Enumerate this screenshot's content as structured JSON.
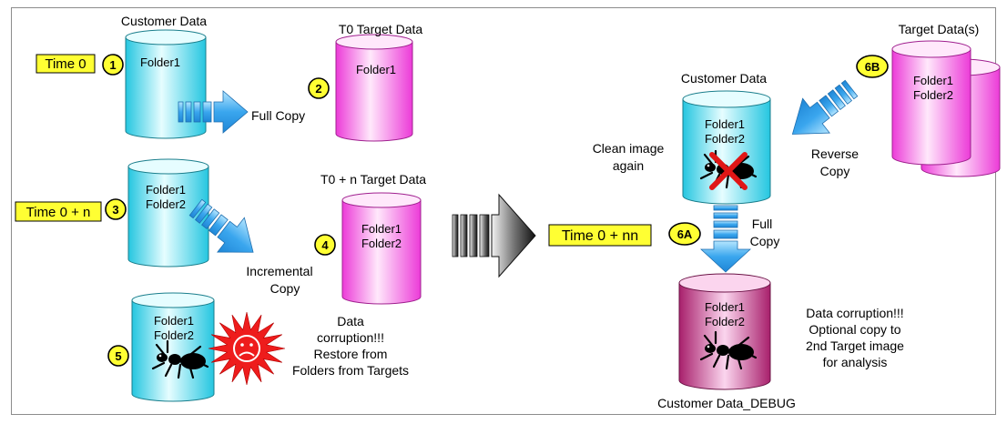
{
  "colors": {
    "cyan_dark": "#25c6e0",
    "cyan_light": "#e6fdff",
    "pink_dark": "#ec3bd8",
    "pink_light": "#ffe8fb",
    "debug_dark": "#a8206c",
    "debug_light": "#fbd5ee",
    "yellow": "#ffff33",
    "arrow_blue": "#3aa6ee",
    "starburst": "#ee1c1c"
  },
  "labels": {
    "customer_data_1": "Customer Data",
    "t0_target": "T0 Target Data",
    "t0n_target": "T0 + n Target Data",
    "target_data_s": "Target Data(s)",
    "customer_data_2": "Customer Data",
    "customer_data_debug": "Customer Data_DEBUG",
    "full_copy": "Full Copy",
    "incremental_1": "Incremental",
    "incremental_2": "Copy",
    "corruption_1": "Data",
    "corruption_2": "corruption!!!",
    "corruption_3": "Restore from",
    "corruption_4": "Folders from Targets",
    "clean_1": "Clean image",
    "clean_2": "again",
    "reverse_1": "Reverse",
    "reverse_2": "Copy",
    "fullcopy2_1": "Full",
    "fullcopy2_2": "Copy",
    "debug_1": "Data corruption!!!",
    "debug_2": "Optional copy to",
    "debug_3": "2nd Target image",
    "debug_4": "for analysis"
  },
  "folders": {
    "folder1": "Folder1",
    "folder2": "Folder2"
  },
  "times": {
    "t0": "Time 0",
    "t0n": "Time 0 + n",
    "t0nn": "Time 0 + nn"
  },
  "steps": {
    "s1": "1",
    "s2": "2",
    "s3": "3",
    "s4": "4",
    "s5": "5",
    "s6a": "6A",
    "s6b": "6B"
  }
}
